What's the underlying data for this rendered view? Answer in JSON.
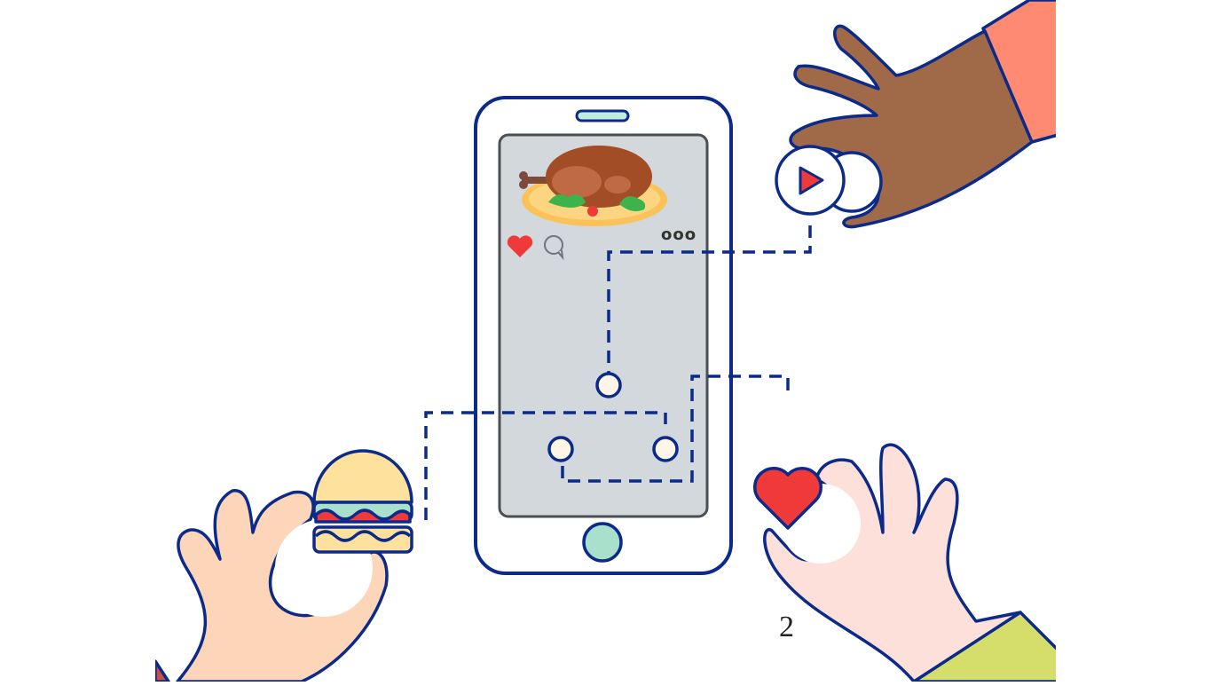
{
  "illustration": {
    "subject": "hands tapping items onto a smartphone feed",
    "phone": {
      "post_image": "roast-chicken-on-plate",
      "action_icons": [
        "heart-icon",
        "comment-icon"
      ],
      "menu_label": "ooo",
      "nodes": 3
    },
    "held_items": [
      "play-button",
      "burger",
      "heart"
    ]
  },
  "page_number": "2",
  "colors": {
    "outline": "#0b2a8a",
    "screen": "#d2d8dc",
    "heart": "#f03a3a",
    "home_button": "#a8e0cc",
    "speaker": "#bfeee0",
    "skin_dark": "#a06a48",
    "skin_light_left": "#fdd5b8",
    "skin_light_right": "#fde0da",
    "sleeve_top": "#ff8a72",
    "sleeve_bottom": "#d5de6a",
    "bun": "#fde19c",
    "lettuce": "#a8e0cc",
    "node_fill": "#fdf6e6"
  }
}
